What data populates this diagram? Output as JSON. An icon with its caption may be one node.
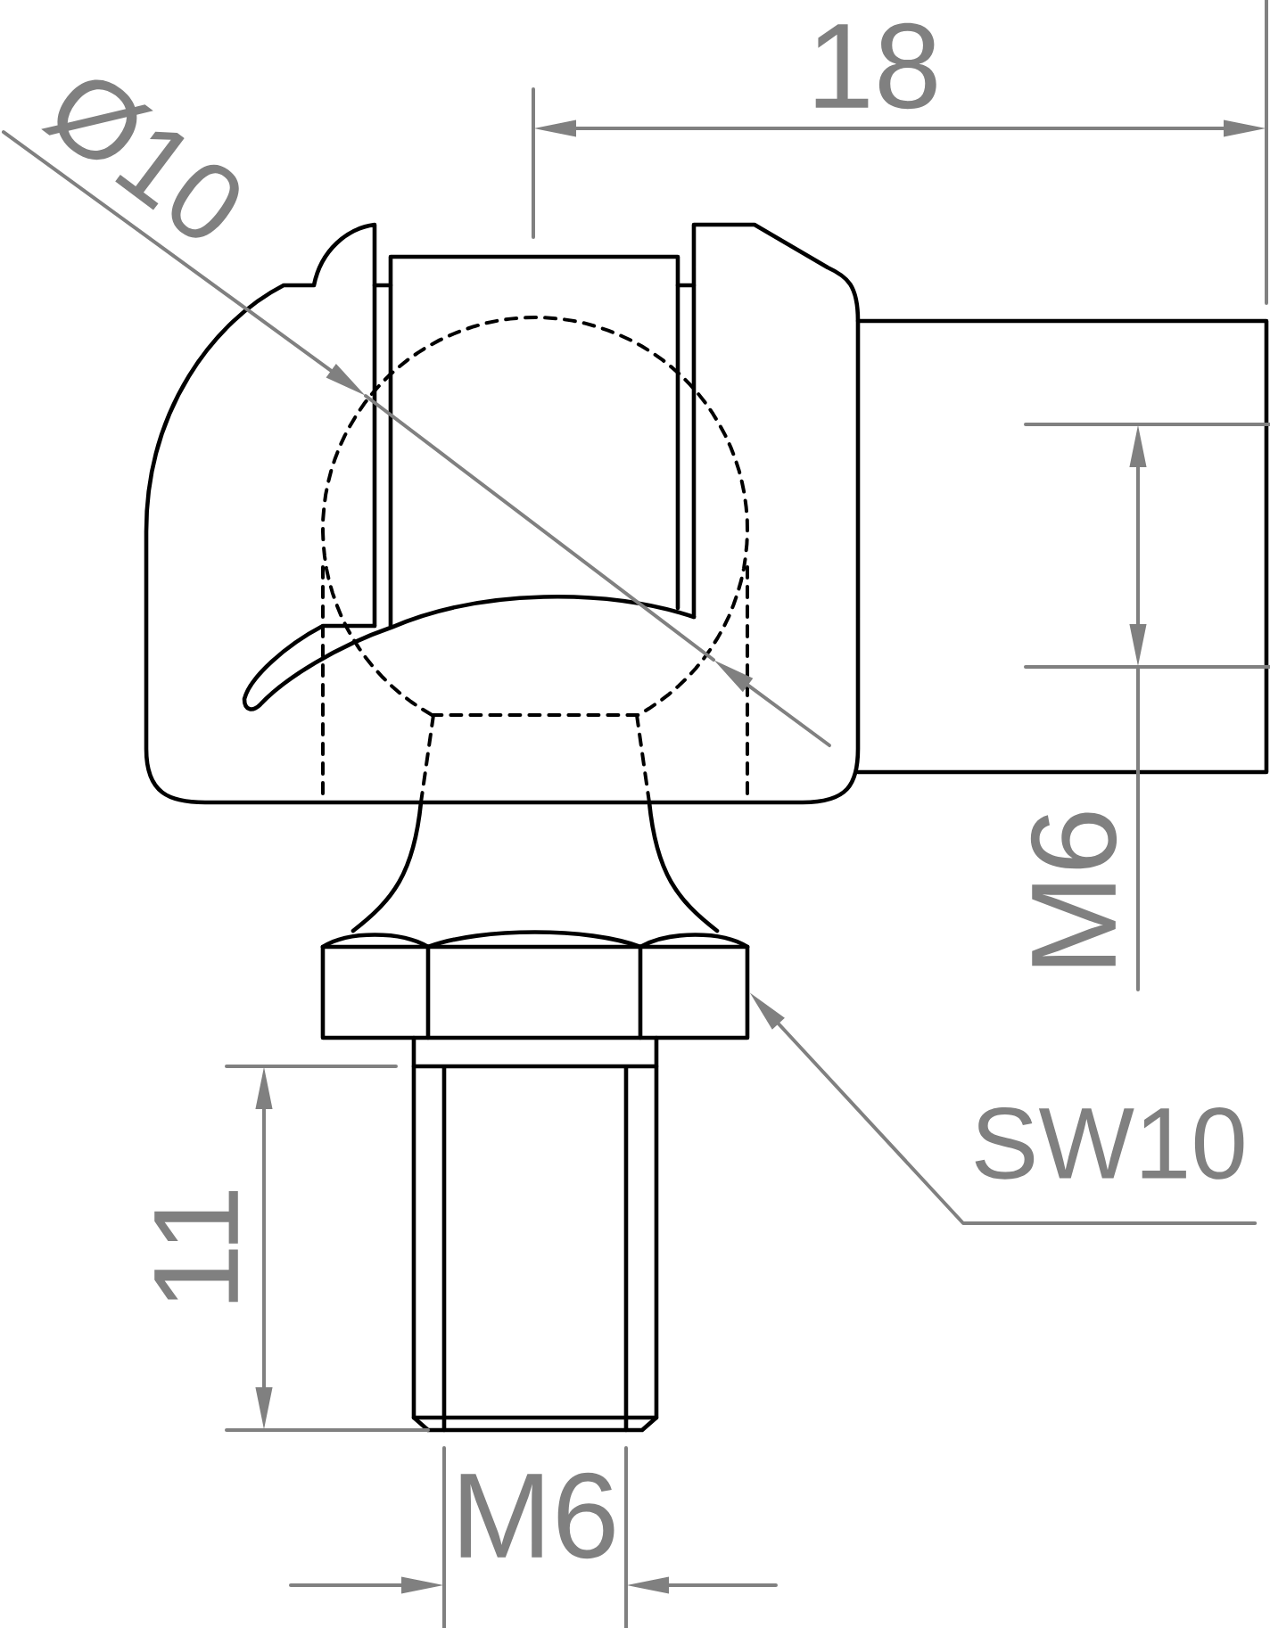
{
  "diagram": {
    "nodes": [
      {
        "text": [
          "SW10"
        ]
      },
      {
        "text": [],
        "shape": "box"
      }
    ],
    "edges": [
      {
        "from": 0,
        "to": 1,
        "arrow": "to"
      }
    ],
    "labels": [
      "18",
      "Ø10",
      "M6",
      "11",
      "M6"
    ]
  }
}
